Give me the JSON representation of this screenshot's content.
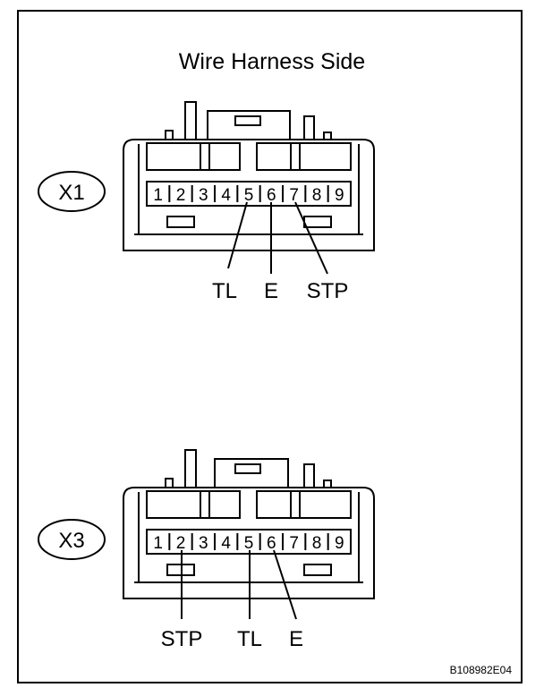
{
  "diagram": {
    "title": "Wire Harness Side",
    "connectors": [
      {
        "id": "X1",
        "pins": [
          "1",
          "2",
          "3",
          "4",
          "5",
          "6",
          "7",
          "8",
          "9"
        ],
        "signals": [
          {
            "label": "TL",
            "pin": "5"
          },
          {
            "label": "E",
            "pin": "6"
          },
          {
            "label": "STP",
            "pin": "7"
          }
        ]
      },
      {
        "id": "X3",
        "pins": [
          "1",
          "2",
          "3",
          "4",
          "5",
          "6",
          "7",
          "8",
          "9"
        ],
        "signals": [
          {
            "label": "STP",
            "pin": "2"
          },
          {
            "label": "TL",
            "pin": "5"
          },
          {
            "label": "E",
            "pin": "6"
          }
        ]
      }
    ],
    "figure_code": "B108982E04"
  }
}
